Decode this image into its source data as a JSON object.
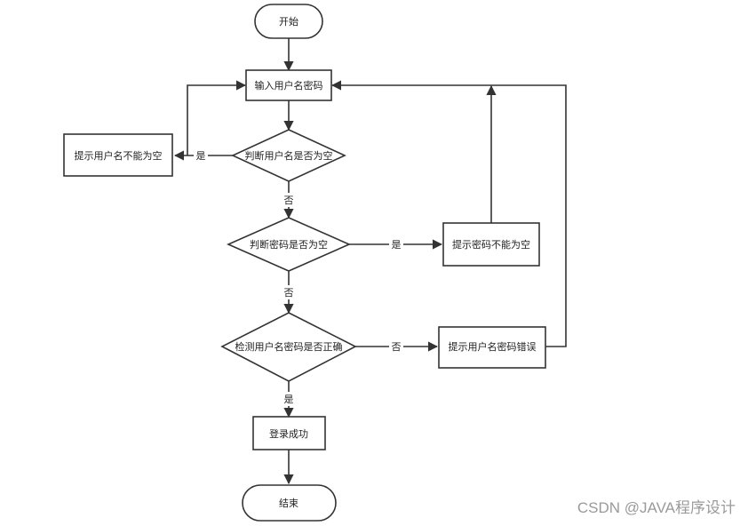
{
  "nodes": {
    "start": "开始",
    "input": "输入用户名密码",
    "check_username": "判断用户名是否为空",
    "username_empty_msg": "提示用户名不能为空",
    "check_password": "判断密码是否为空",
    "password_empty_msg": "提示密码不能为空",
    "verify": "检测用户名密码是否正确",
    "wrong_msg": "提示用户名密码错误",
    "success": "登录成功",
    "end": "结束"
  },
  "edges": {
    "username_yes": "是",
    "username_no": "否",
    "password_yes": "是",
    "password_no": "否",
    "verify_no": "否",
    "verify_yes": "是"
  },
  "watermark": "CSDN @JAVA程序设计",
  "colors": {
    "stroke": "#333333",
    "fill": "#ffffff",
    "text": "#222222",
    "watermark": "#9a9a9a"
  }
}
